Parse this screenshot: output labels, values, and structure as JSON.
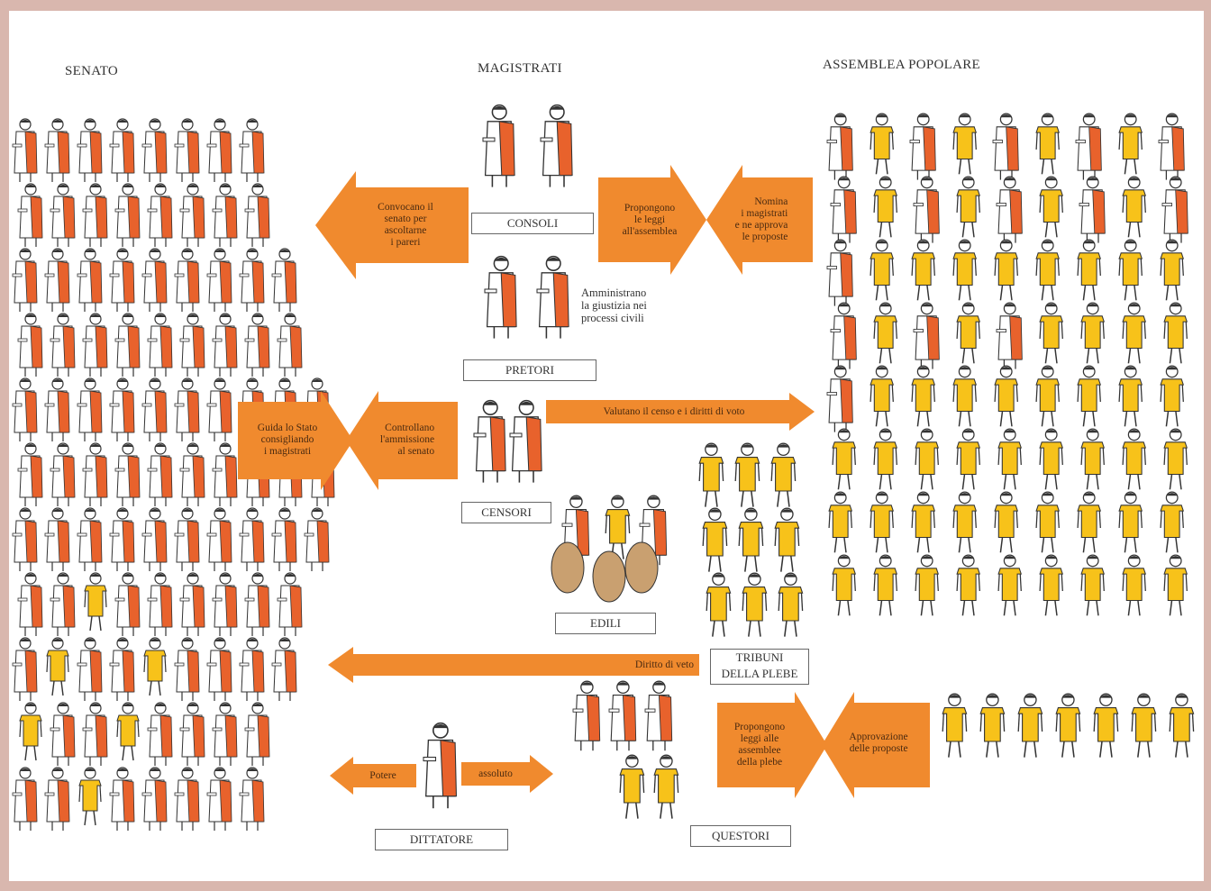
{
  "sections": {
    "senato": "SENATO",
    "magistrati": "MAGISTRATI",
    "assemblea": "ASSEMBLEA POPOLARE"
  },
  "magistrates": {
    "consoli": "CONSOLI",
    "pretori": "PRETORI",
    "censori": "CENSORI",
    "edili": "EDILI",
    "tribuni": [
      "TRIBUNI",
      "DELLA PLEBE"
    ],
    "questori": "QUESTORI",
    "dittatore": "DITTATORE"
  },
  "arrows": {
    "convocano": [
      "Convocano il",
      "senato per",
      "ascoltarne",
      "i pareri"
    ],
    "propongono": [
      "Propongono",
      "le leggi",
      "all'assemblea"
    ],
    "nomina": [
      "Nomina",
      "i magistrati",
      "e ne approva",
      "le proposte"
    ],
    "guida": [
      "Guida lo Stato",
      "consigliando",
      "i magistrati"
    ],
    "controllano": [
      "Controllano",
      "l'ammissione",
      "al senato"
    ],
    "valutano": "Valutano il censo e i diritti di voto",
    "diritto": "Diritto di veto",
    "potere": "Potere",
    "assoluto": "assoluto",
    "propongono_plebe": [
      "Propongono",
      "leggi alle",
      "assemblee",
      "della plebe"
    ],
    "approvazione": [
      "Approvazione",
      "delle proposte"
    ]
  },
  "notes": {
    "pretori_note": [
      "Amministrano",
      "la giustizia nei",
      "processi  civili"
    ]
  },
  "colors": {
    "arrow_fill": "#f08a2e",
    "toga_orange": "#e8622c",
    "tunic_yellow": "#f7c21a",
    "frame_bg": "#d9b7ae"
  }
}
